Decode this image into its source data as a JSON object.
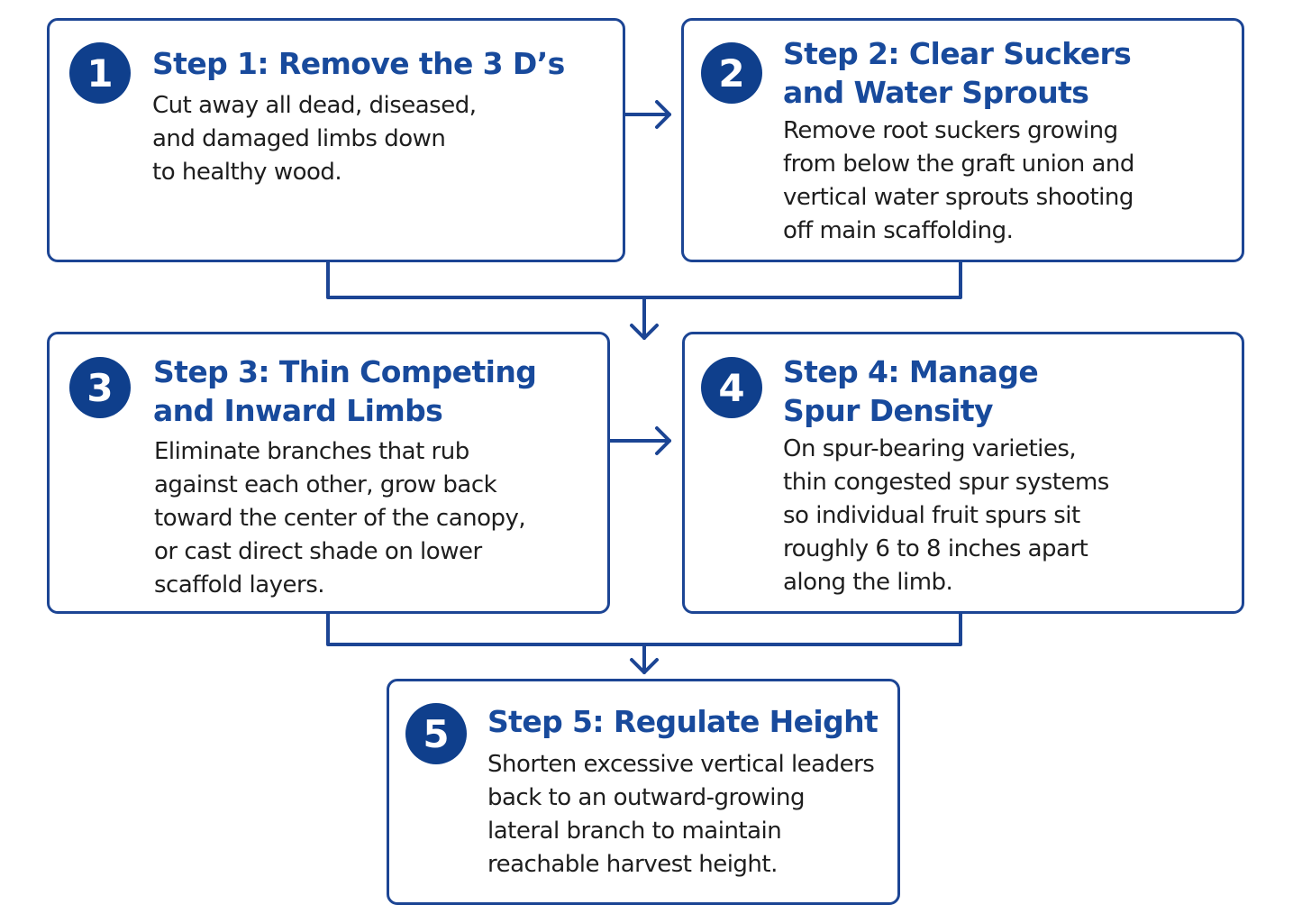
{
  "colors": {
    "accent": "#1c4594",
    "badge": "#0f3f8c",
    "title": "#184a9c",
    "text": "#1e1e1e"
  },
  "steps": [
    {
      "number": "1",
      "title": [
        "Step 1: Remove the 3 D’s"
      ],
      "desc": [
        "Cut away all dead, diseased,",
        "and damaged limbs down",
        "to healthy wood."
      ]
    },
    {
      "number": "2",
      "title": [
        "Step 2: Clear Suckers",
        "and Water Sprouts"
      ],
      "desc": [
        "Remove root suckers growing",
        "from below the graft union and",
        "vertical water sprouts shooting",
        "off main scaffolding."
      ]
    },
    {
      "number": "3",
      "title": [
        "Step 3: Thin Competing",
        "and Inward Limbs"
      ],
      "desc": [
        "Eliminate branches that rub",
        "against each other, grow back",
        "toward the center of the canopy,",
        "or cast direct shade on lower",
        "scaffold layers."
      ]
    },
    {
      "number": "4",
      "title": [
        "Step 4: Manage",
        "Spur Density"
      ],
      "desc": [
        "On spur-bearing varieties,",
        "thin congested spur systems",
        "so individual fruit spurs sit",
        "roughly 6 to 8 inches apart",
        "along the limb."
      ]
    },
    {
      "number": "5",
      "title": [
        "Step 5: Regulate Height"
      ],
      "desc": [
        "Shorten excessive vertical leaders",
        "back to an outward-growing",
        "lateral branch to maintain",
        "reachable harvest height."
      ]
    }
  ]
}
